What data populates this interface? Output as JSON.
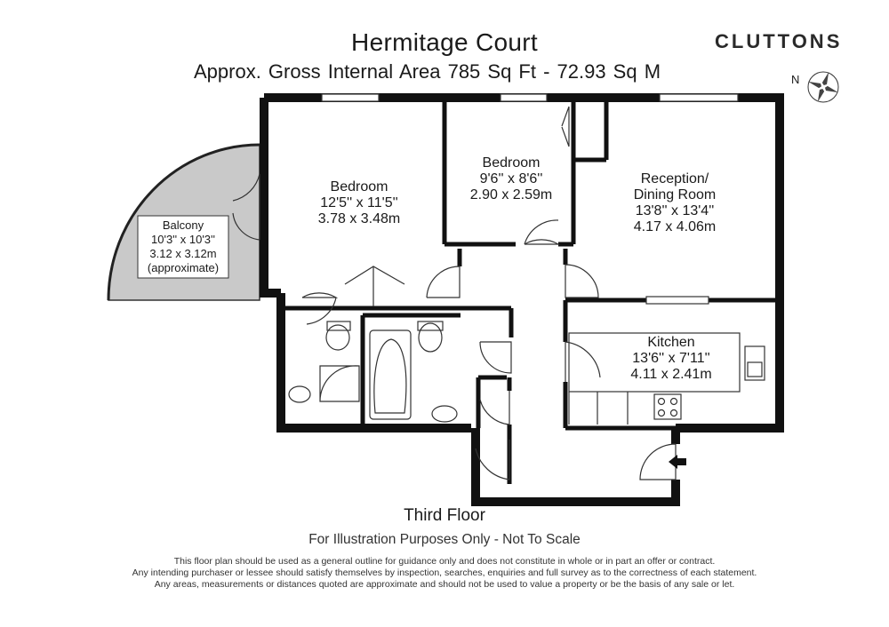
{
  "header": {
    "title": "Hermitage Court",
    "subtitle": "Approx. Gross Internal Area   785 Sq Ft  -  72.93 Sq M",
    "brand": "CLUTTONS",
    "compass_label": "N"
  },
  "rooms": {
    "bedroom1": {
      "name": "Bedroom",
      "imperial": "12'5'' x 11'5''",
      "metric": "3.78 x 3.48m"
    },
    "bedroom2": {
      "name": "Bedroom",
      "imperial": "9'6'' x 8'6''",
      "metric": "2.90 x 2.59m"
    },
    "reception": {
      "name_line1": "Reception/",
      "name_line2": "Dining Room",
      "imperial": "13'8'' x 13'4''",
      "metric": "4.17 x 4.06m"
    },
    "kitchen": {
      "name": "Kitchen",
      "imperial": "13'6'' x 7'11''",
      "metric": "4.11 x 2.41m"
    },
    "balcony": {
      "name": "Balcony",
      "imperial": "10'3'' x 10'3''",
      "metric": "3.12 x 3.12m",
      "note": "(approximate)"
    }
  },
  "footer": {
    "floor": "Third Floor",
    "illustration_note": "For Illustration Purposes Only - Not To Scale",
    "disclaimer": [
      "This floor plan should be used as a general outline for guidance only and does not constitute in whole or in part an offer or contract.",
      "Any intending purchaser or lessee should satisfy themselves by inspection, searches, enquiries and full survey as to the correctness of each statement.",
      "Any areas, measurements or distances quoted are approximate and should not be used to value a property or be the basis of any sale or let."
    ]
  },
  "colors": {
    "wall": "#111111",
    "balcony_fill": "#c9c9c9",
    "line": "#333333"
  }
}
